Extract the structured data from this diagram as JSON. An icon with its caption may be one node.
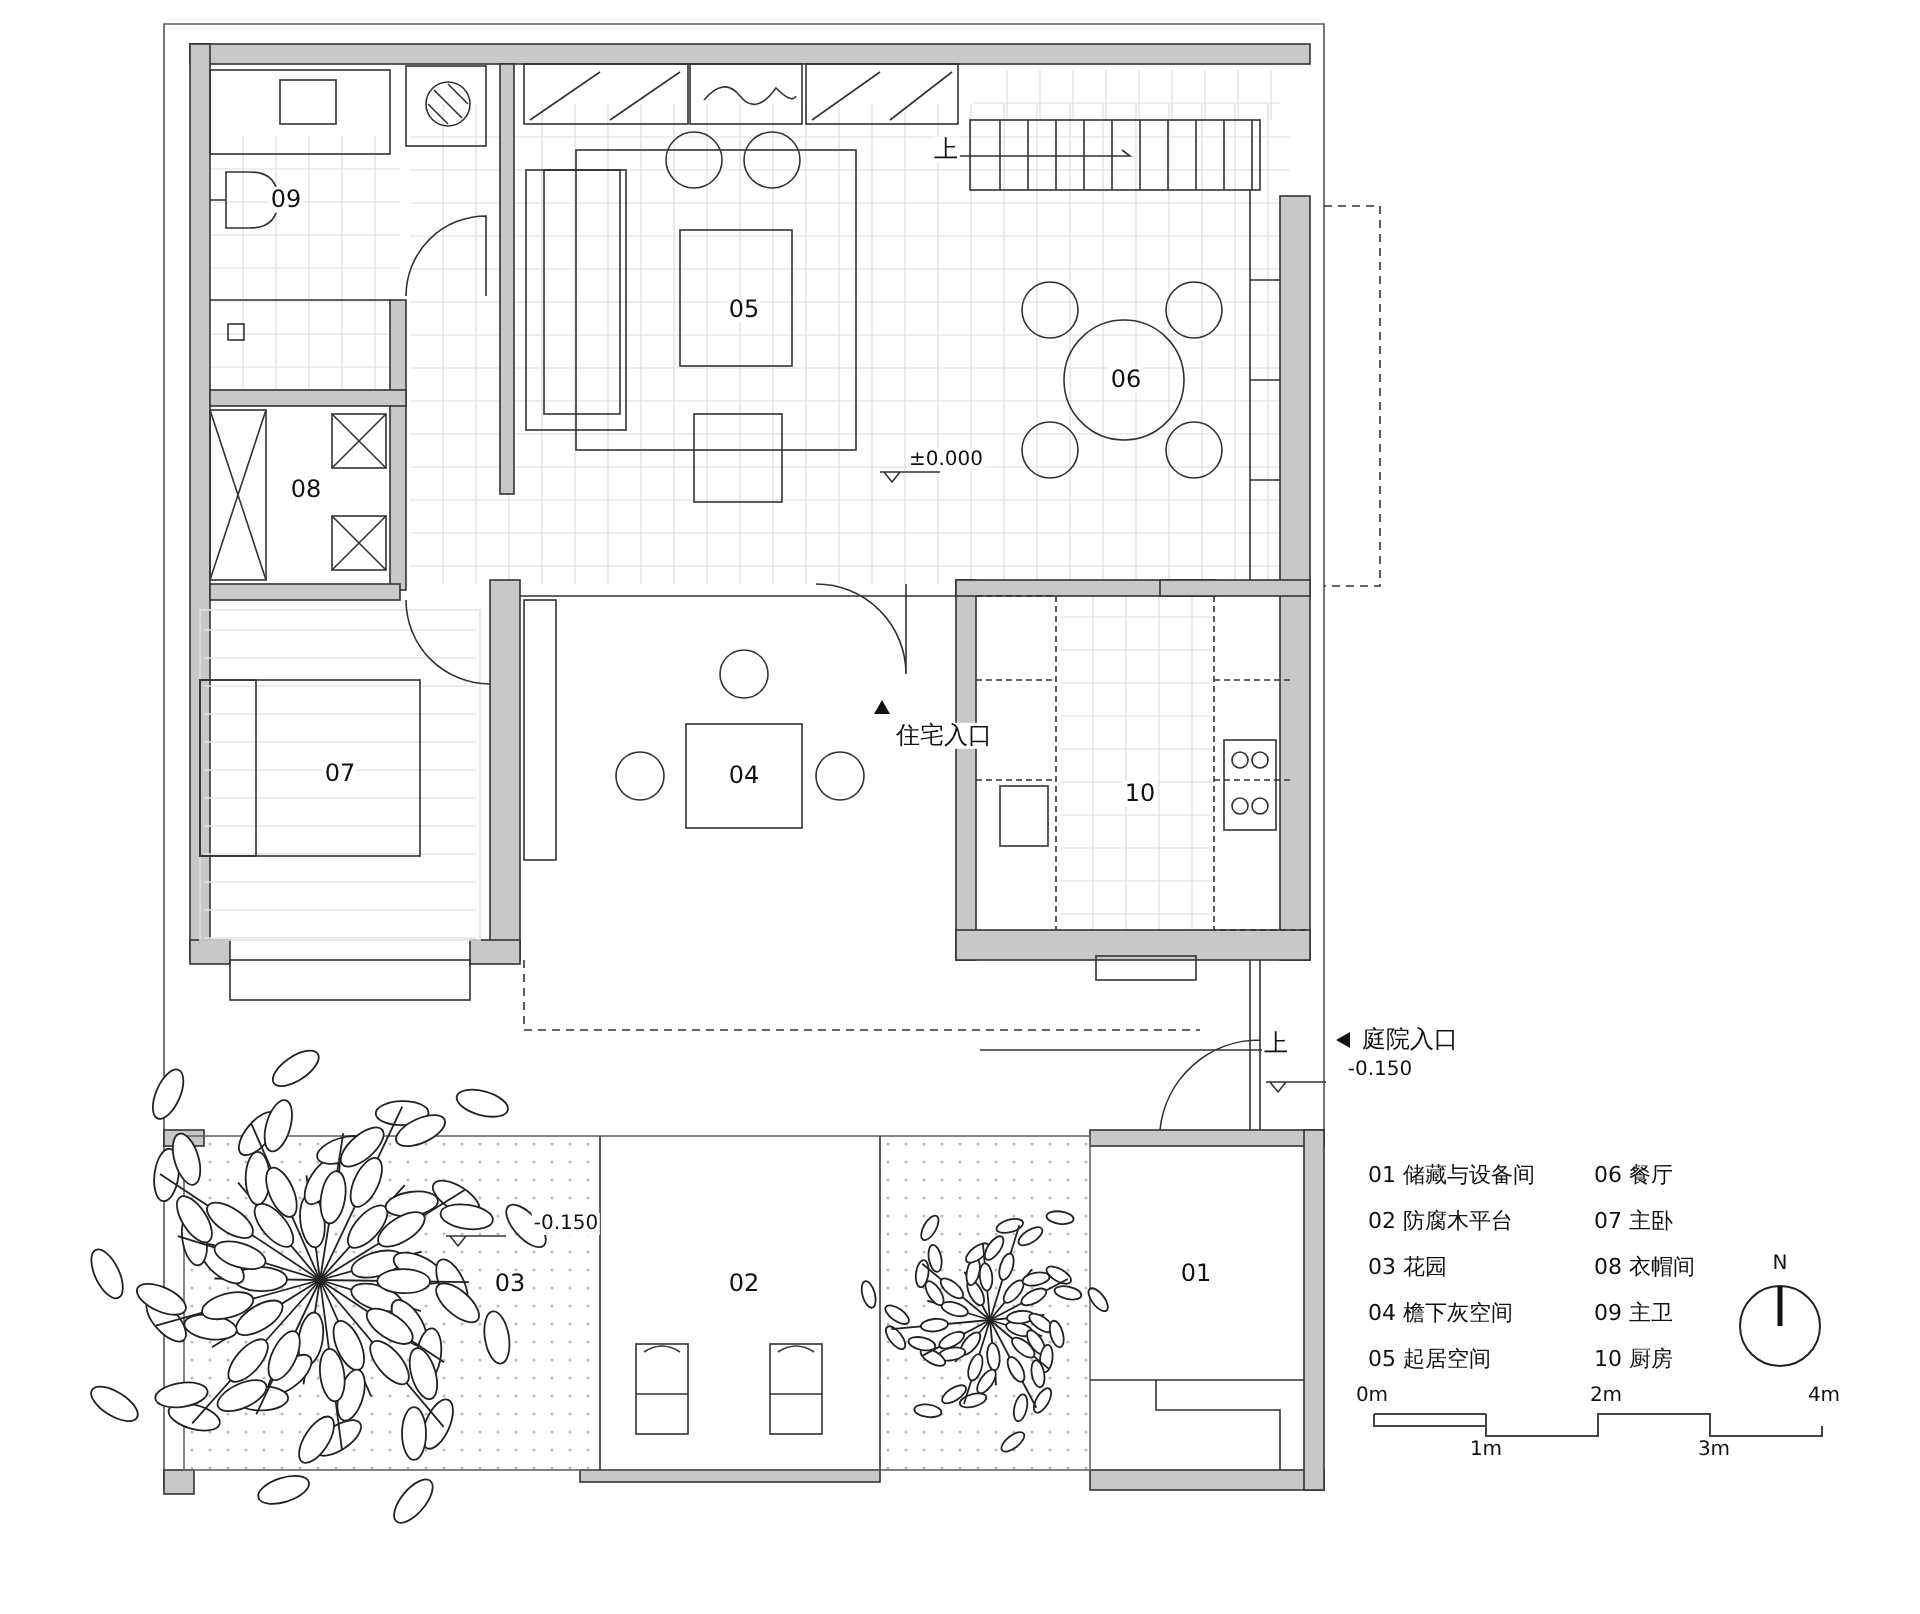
{
  "diagram": {
    "labels": [
      "上",
      "09",
      "05",
      "06",
      "±0.000",
      "08",
      "住宅入口",
      "07",
      "04",
      "10",
      "上",
      "庭院入口",
      "-0.150",
      "-0.150",
      "03",
      "02",
      "01",
      "01 储藏与设备间",
      "06 餐厅",
      "02 防腐木平台",
      "07 主卧",
      "03 花园",
      "08 衣帽间",
      "04 檐下灰空间",
      "09 主卫",
      "05 起居空间",
      "10 厨房",
      "N",
      "0m",
      "2m",
      "4m",
      "1m",
      "3m"
    ]
  }
}
